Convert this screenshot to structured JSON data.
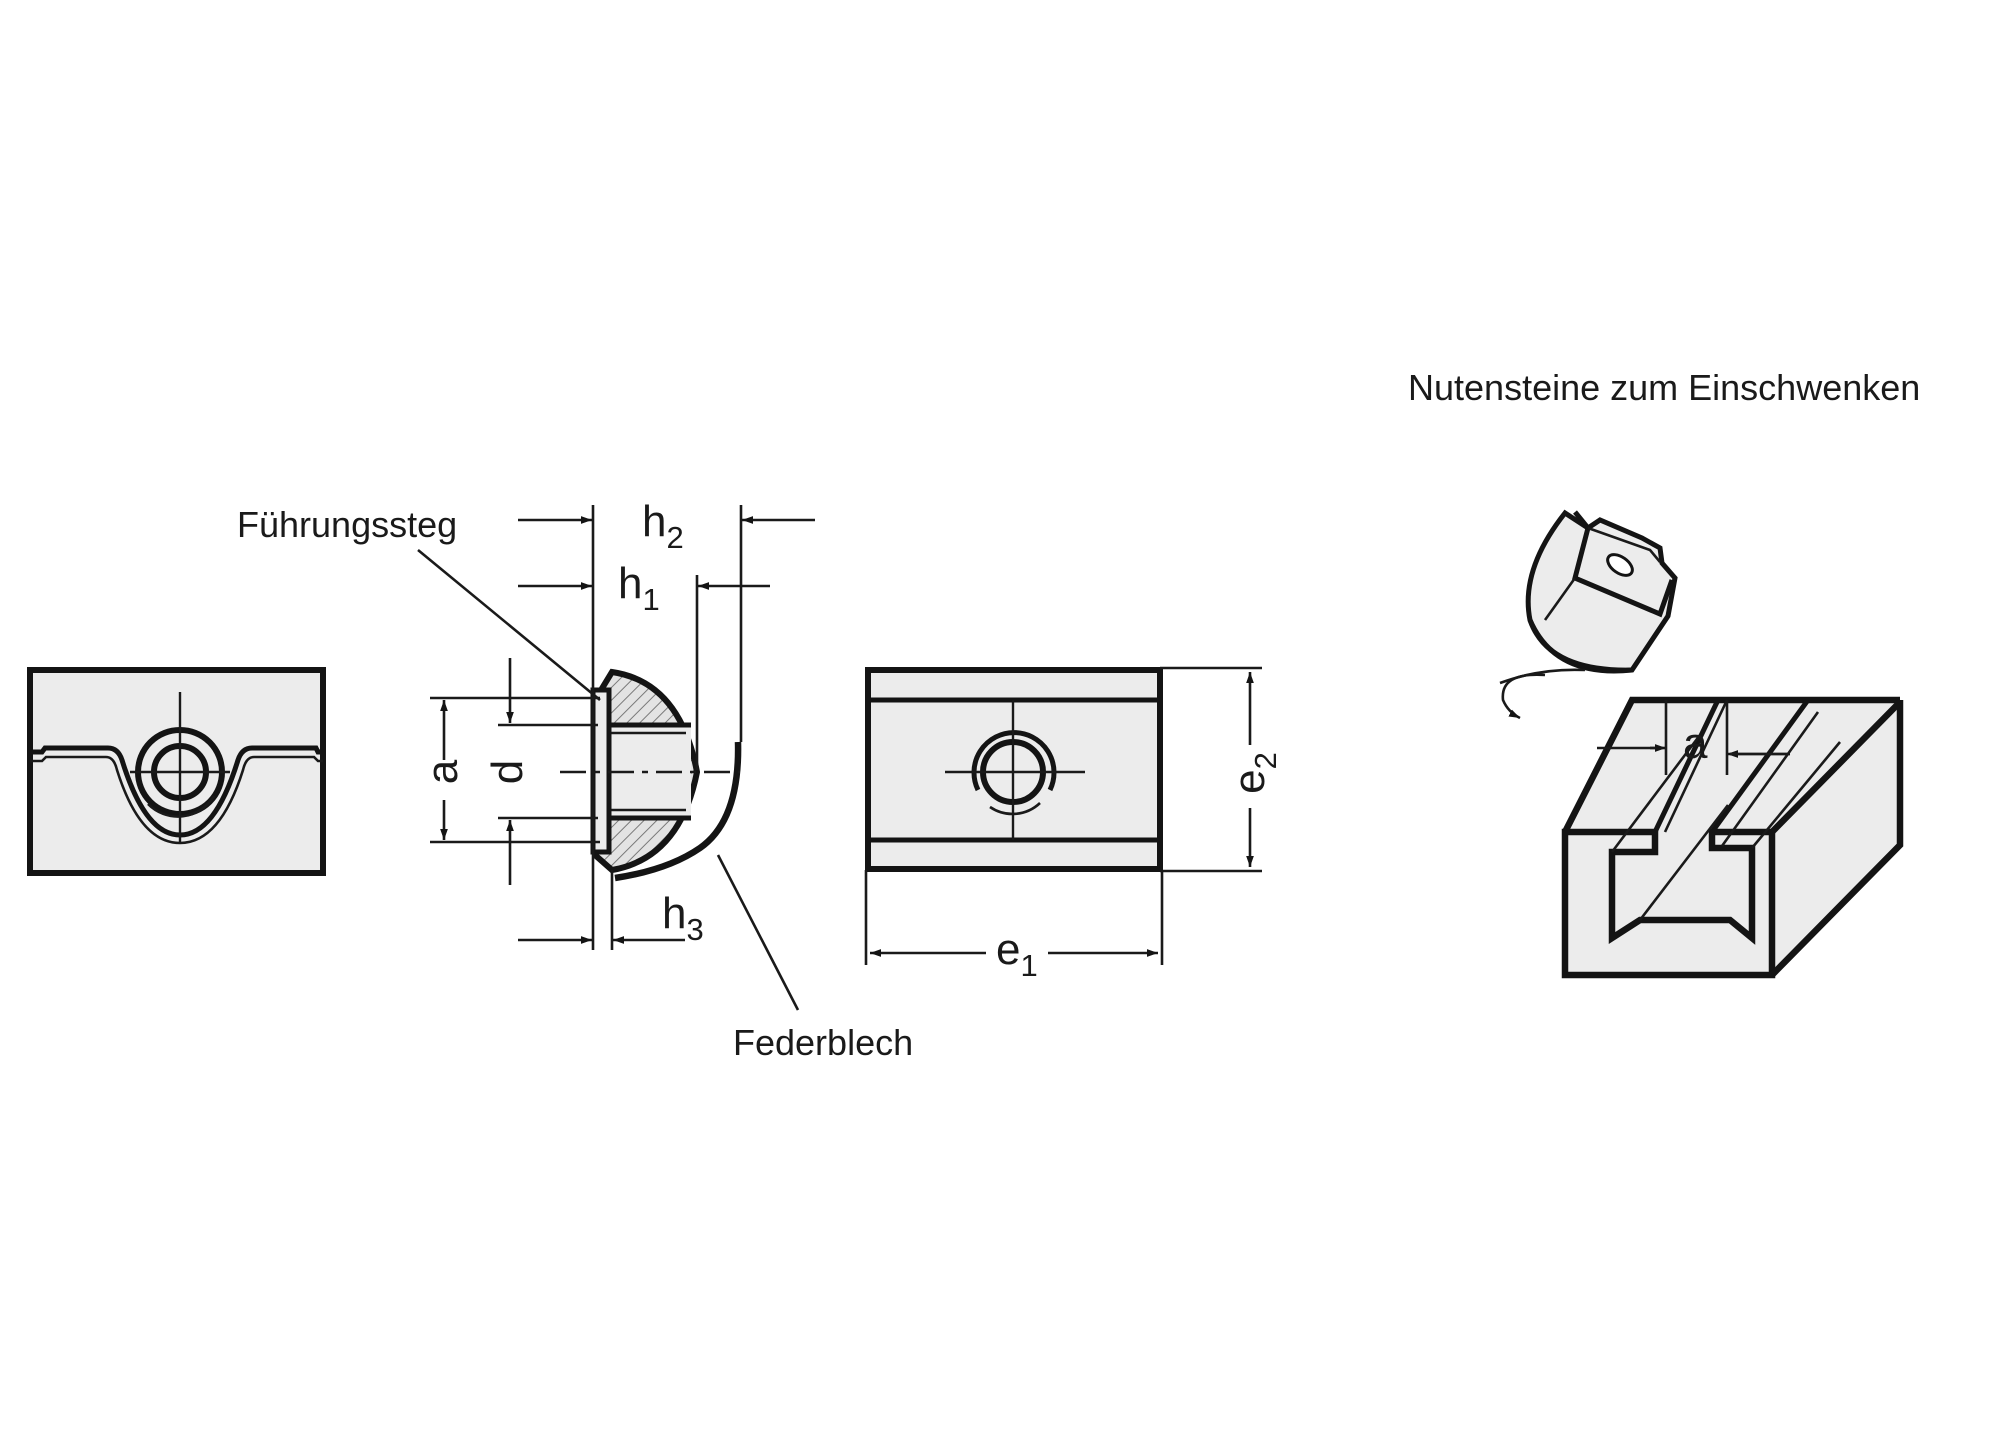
{
  "labels": {
    "fuehrungssteg": "Führungssteg",
    "federblech": "Federblech",
    "title_right": "Nutensteine zum Einschwenken"
  },
  "dimensions": {
    "h2": {
      "base": "h",
      "sub": "2"
    },
    "h1": {
      "base": "h",
      "sub": "1"
    },
    "h3": {
      "base": "h",
      "sub": "3"
    },
    "e1": {
      "base": "e",
      "sub": "1"
    },
    "e2": {
      "base": "e",
      "sub": "2"
    },
    "a": "a",
    "d": "d",
    "a_slot": "a"
  }
}
